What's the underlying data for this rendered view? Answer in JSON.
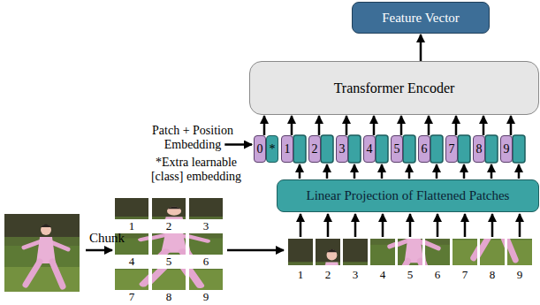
{
  "diagram": {
    "nodes": [
      {
        "text": [
          "Feature Vector"
        ]
      },
      {
        "text": [
          "Transformer Encoder"
        ]
      },
      {
        "text": [
          "0"
        ]
      },
      {
        "text": [
          "*"
        ]
      },
      {
        "text": [
          "1"
        ]
      },
      {
        "text": [
          "2"
        ]
      },
      {
        "text": [
          "3"
        ]
      },
      {
        "text": [
          "4"
        ]
      },
      {
        "text": [
          "5"
        ]
      },
      {
        "text": [
          "6"
        ]
      },
      {
        "text": [
          "7"
        ]
      },
      {
        "text": [
          "8"
        ]
      },
      {
        "text": [
          "9"
        ]
      },
      {
        "text": [
          "Linear Projection of Flattened Patches"
        ]
      }
    ],
    "edges": [
      {
        "from": 1,
        "to": 0,
        "arrow": "to"
      },
      {
        "from": 2,
        "to": 1,
        "arrow": "to"
      },
      {
        "from": 4,
        "to": 1,
        "arrow": "to"
      },
      {
        "from": 5,
        "to": 1,
        "arrow": "to"
      },
      {
        "from": 6,
        "to": 1,
        "arrow": "to"
      },
      {
        "from": 7,
        "to": 1,
        "arrow": "to"
      },
      {
        "from": 8,
        "to": 1,
        "arrow": "to"
      },
      {
        "from": 9,
        "to": 1,
        "arrow": "to"
      },
      {
        "from": 10,
        "to": 1,
        "arrow": "to"
      },
      {
        "from": 11,
        "to": 1,
        "arrow": "to"
      },
      {
        "from": 12,
        "to": 1,
        "arrow": "to"
      }
    ],
    "labels": [
      "Patch + Position Embedding",
      "*Extra learnable [class] embedding",
      "Chunk",
      "1",
      "2",
      "3",
      "4",
      "5",
      "6",
      "7",
      "8",
      "9",
      "1",
      "2",
      "3",
      "4",
      "5",
      "6",
      "7",
      "8",
      "9"
    ]
  }
}
